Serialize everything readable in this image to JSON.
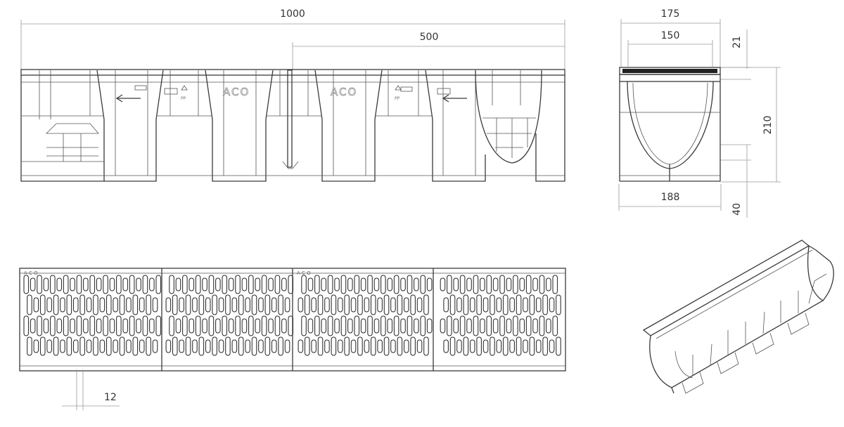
{
  "dimensions": {
    "side_total": "1000",
    "side_half": "500",
    "end_top_outer": "175",
    "end_top_inner": "150",
    "end_grate_height": "21",
    "end_channel_height": "210",
    "end_bottom_width": "188",
    "end_base_height": "40",
    "grate_gap": "12"
  },
  "labels": {
    "brand": "ACO",
    "material_mark": "PP",
    "grate_brand_marks": "A C O"
  },
  "colors": {
    "line": "#3a3a3a",
    "dimension": "#9a9a9a",
    "background": "#ffffff"
  }
}
